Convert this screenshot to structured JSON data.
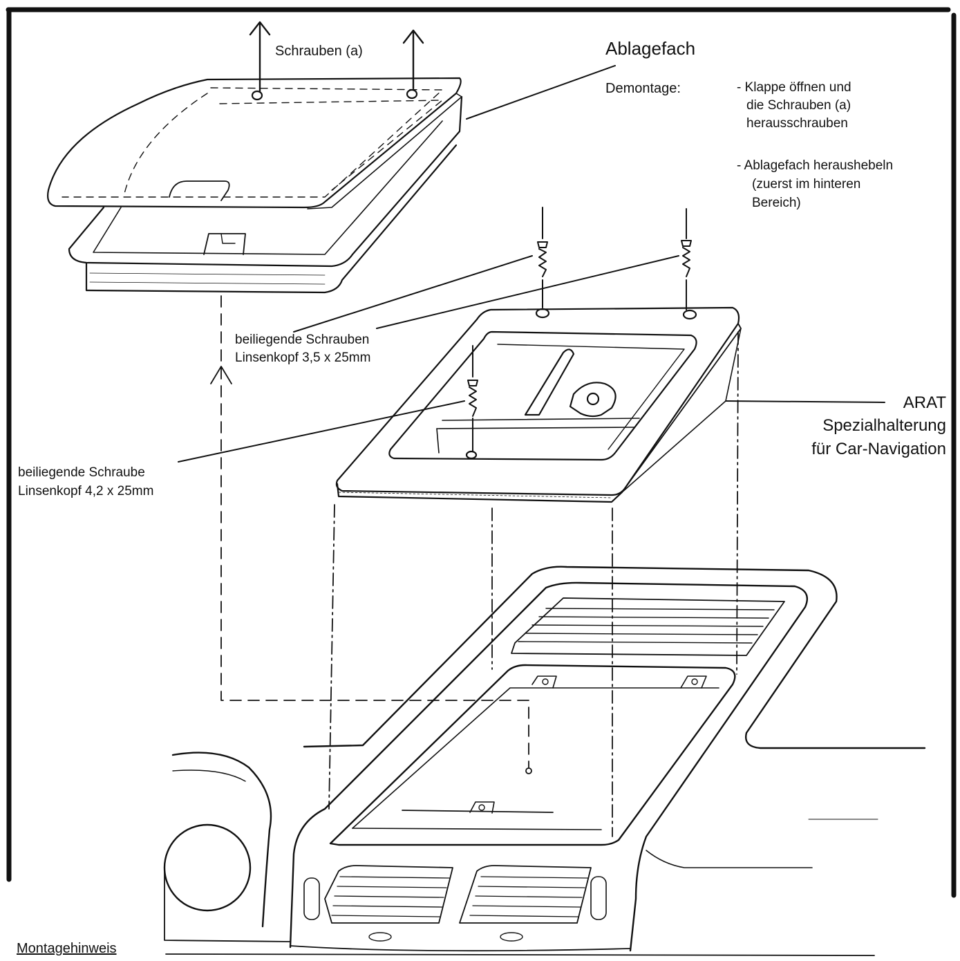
{
  "labels": {
    "screws_a": "Schrauben (a)",
    "ablagefach": "Ablagefach",
    "demontage": "Demontage:",
    "step1_line1": "- Klappe öffnen und",
    "step1_line2": "die Schrauben (a)",
    "step1_line3": "herausschrauben",
    "step2_line1": "- Ablagefach heraushebeln",
    "step2_line2": "(zuerst im hinteren",
    "step2_line3": "Bereich)",
    "screws_35_line1": "beiliegende Schrauben",
    "screws_35_line2": "Linsenkopf 3,5 x 25mm",
    "screw_42_line1": "beiliegende Schraube",
    "screw_42_line2": "Linsenkopf 4,2 x 25mm",
    "arat_line1": "ARAT",
    "arat_line2": "Spezialhalterung",
    "arat_line3": "für Car-Navigation",
    "footer": "Montagehinweis"
  },
  "colors": {
    "ink": "#111111",
    "paper": "#ffffff"
  }
}
